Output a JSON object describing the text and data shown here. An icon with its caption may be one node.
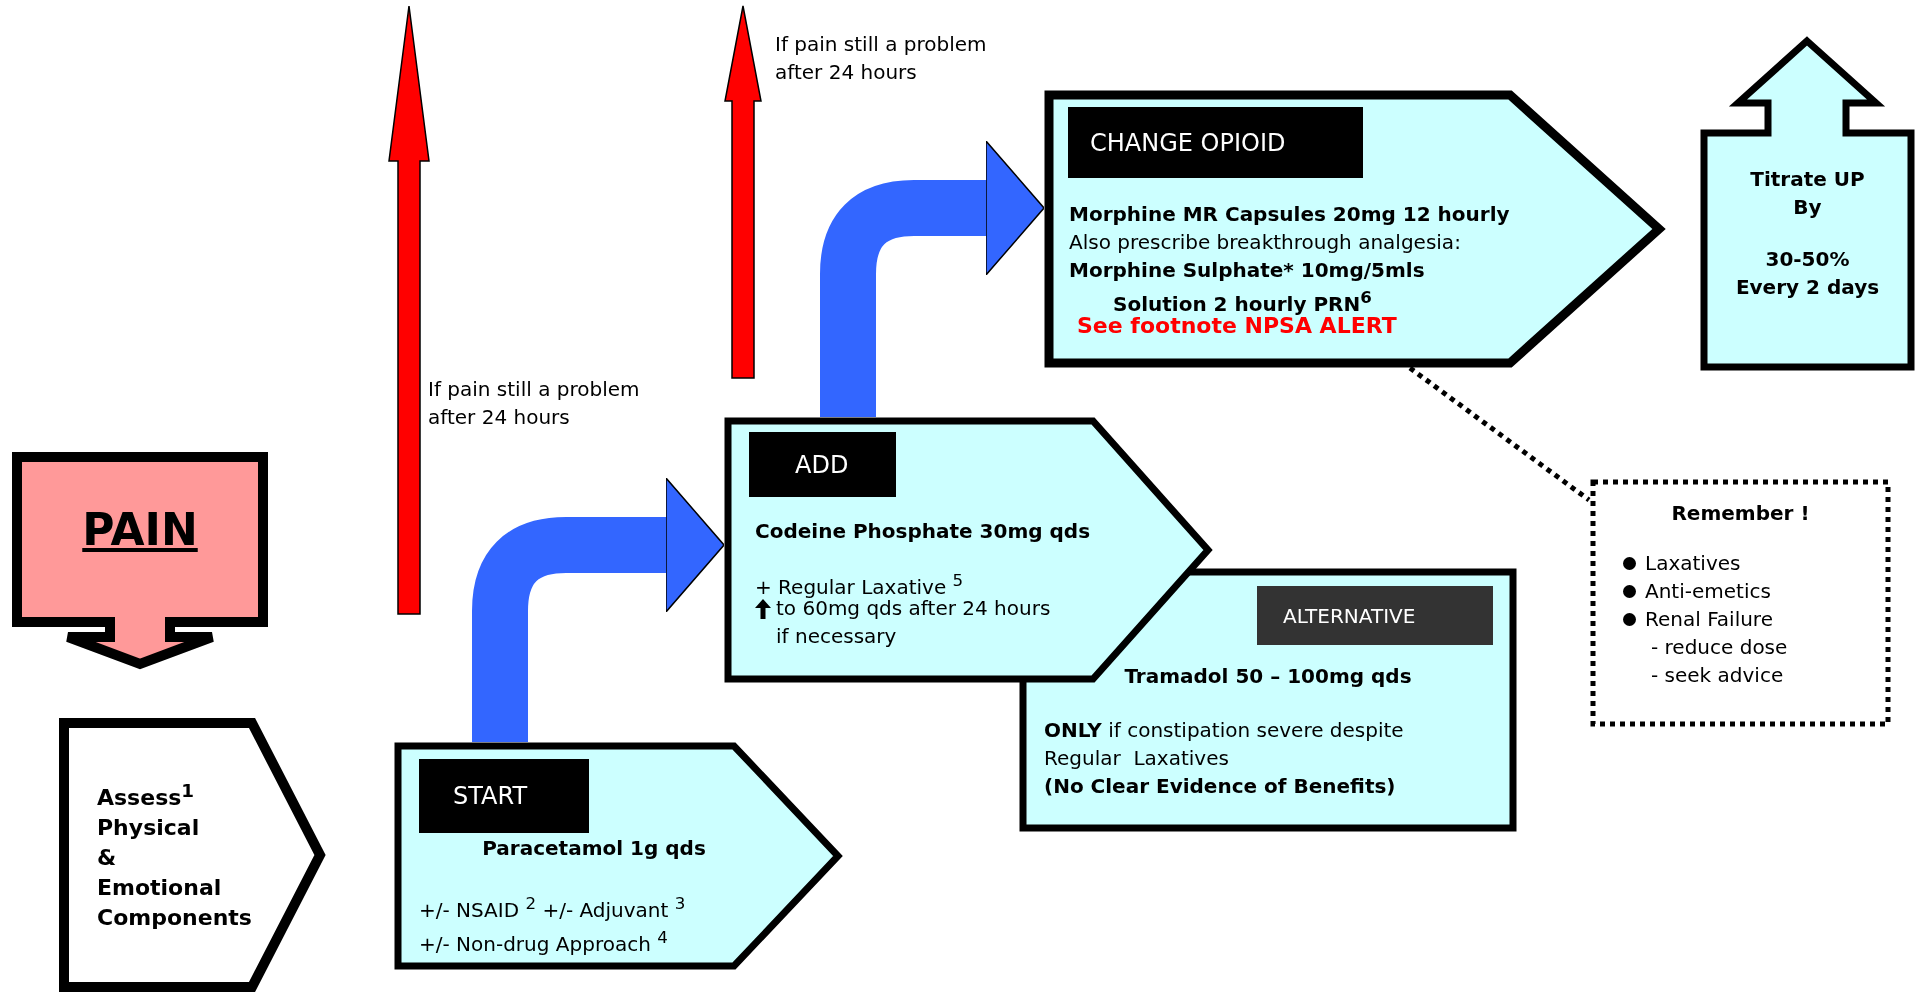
{
  "diagram": {
    "nodes": [
      {
        "text": [
          "PAIN"
        ]
      },
      {
        "text": [
          "Assess$^{1}$ Physical & Emotional Components"
        ]
      },
      {
        "text": [
          "START",
          "Paracetamol 1g qds",
          "+/- NSAID $^{2}$ +/- Adjuvant $^{3}$ +/- Non-drug Approach $^{4}$"
        ]
      },
      {
        "text": [
          "ADD",
          "Codeine Phosphate 30mg qds",
          "+ Regular Laxative $^{5}$",
          "to 60mg qds after 24 hours if necessary"
        ]
      },
      {
        "text": [
          "ALTERNATIVE",
          "Tramadol 50 – 100mg qds",
          "**ONLY** if constipation severe despite Regular  Laxatives",
          "(No Clear Evidence of Benefits)"
        ]
      },
      {
        "text": [
          "CHANGE OPIOID",
          "Morphine MR Capsules 20mg 12 hourly",
          "Also prescribe breakthrough analgesia:",
          "Morphine Sulphate* 10mg/5mls Solution 2 hourly PRN$^{6}$",
          "See footnote NPSA ALERT"
        ]
      },
      {
        "text": [
          "Titrate UP By",
          "30-50% Every 2 days"
        ]
      },
      {
        "text": [
          "Remember !",
          "Laxatives",
          "Anti-emetics",
          "Renal Failure",
          "- reduce dose",
          "- seek advice"
        ]
      }
    ],
    "edges": [
      {
        "from": 2,
        "to": 3,
        "arrow": "to",
        "color": "#3366ff"
      },
      {
        "from": 3,
        "to": 5,
        "arrow": "to",
        "color": "#3366ff"
      },
      {
        "from": 5,
        "to": 7,
        "arrow": "none",
        "style": "dashed",
        "color": "#000000"
      }
    ],
    "labels": [
      "If pain still a problem after 24 hours",
      "If pain still a problem after 24 hours"
    ]
  }
}
